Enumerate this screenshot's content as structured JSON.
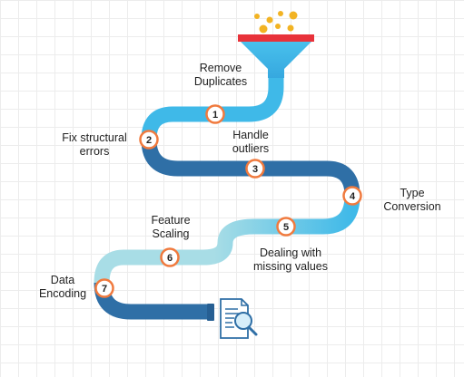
{
  "steps": [
    {
      "number": "1",
      "label_line1": "Remove",
      "label_line2": "Duplicates"
    },
    {
      "number": "2",
      "label_line1": "Fix structural",
      "label_line2": "errors"
    },
    {
      "number": "3",
      "label_line1": "Handle",
      "label_line2": "outliers"
    },
    {
      "number": "4",
      "label_line1": "Type",
      "label_line2": "Conversion"
    },
    {
      "number": "5",
      "label_line1": "Dealing with",
      "label_line2": "missing values"
    },
    {
      "number": "6",
      "label_line1": "Feature",
      "label_line2": "Scaling"
    },
    {
      "number": "7",
      "label_line1": "Data",
      "label_line2": "Encoding"
    }
  ],
  "icons": {
    "funnel": "funnel-icon",
    "result": "document-magnifier-icon"
  },
  "colors": {
    "pipe_light": "#a8dde6",
    "pipe_mid": "#3fb9e8",
    "pipe_dark": "#2f6fa6",
    "marker_ring": "#f07a3e",
    "funnel_rim": "#e8323a",
    "dots": "#f2b323"
  }
}
